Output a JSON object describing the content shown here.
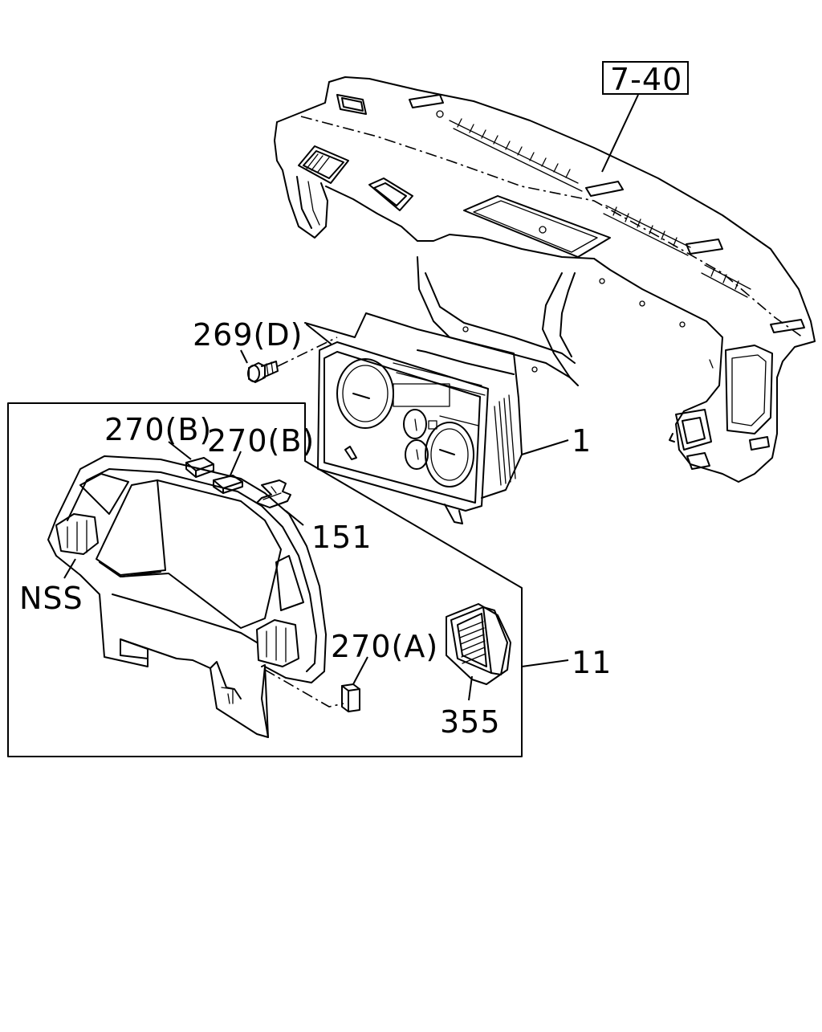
{
  "diagram": {
    "reference": "7-40",
    "callouts": {
      "screw": "269(D)",
      "meter": "1",
      "pad_b1": "270(B)",
      "pad_b2": "270(B)",
      "clip": "151",
      "nss": "NSS",
      "pad_a": "270(A)",
      "bezel_assembly": "11",
      "vent": "355"
    }
  }
}
